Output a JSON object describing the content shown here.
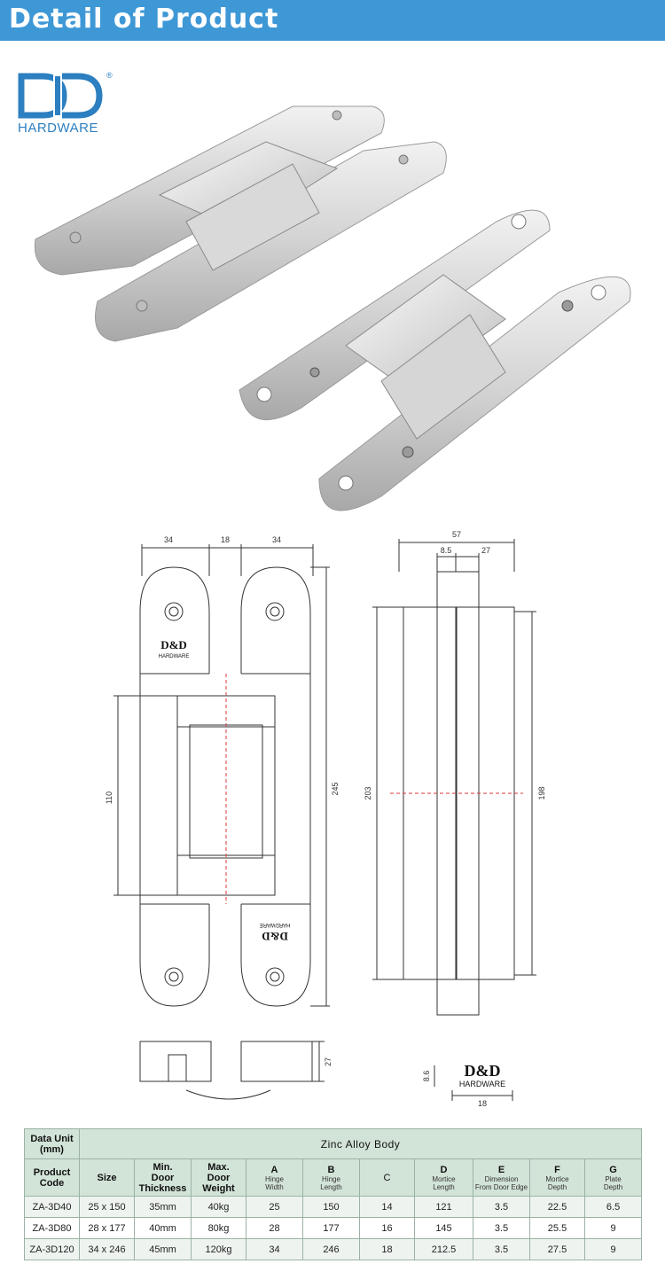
{
  "banner": {
    "title": "Detail of Product",
    "color": "#3f98d6"
  },
  "brand": {
    "word": "HARDWARE",
    "reg": "®",
    "color": "#2c7fc0"
  },
  "drawing": {
    "dims": {
      "plate_w_left": "34",
      "gap": "18",
      "plate_w_right": "34",
      "side_total": "57",
      "side_a": "8.5",
      "side_b": "27",
      "body_len": "110",
      "total_len": "245",
      "side_len_left": "203",
      "side_len_right": "198",
      "bottom_depth": "27",
      "badge_h": "8.6",
      "badge_w": "18"
    },
    "plate_logo": "D&D",
    "plate_sub": "HARDWARE"
  },
  "badge": {
    "logo": "D&D",
    "sub": "HARDWARE"
  },
  "table": {
    "data_unit": "Data Unit\n(mm)",
    "body_title": "Zinc  Alloy  Body",
    "headers": {
      "code": "Product\nCode",
      "size": "Size",
      "thickness": "Min.\nDoor\nThickness",
      "weight": "Max.\nDoor\nWeight",
      "a": "A",
      "a_sub": "Hinge\nWidth",
      "b": "B",
      "b_sub": "Hinge\nLength",
      "c": "C",
      "d": "D",
      "d_sub": "Mortice\nLength",
      "e": "E",
      "e_sub": "Dimension\nFrom Door Edge",
      "f": "F",
      "f_sub": "Mortice\nDepth",
      "g": "G",
      "g_sub": "Plate\nDepth"
    },
    "rows": [
      [
        "ZA-3D40",
        "25 x 150",
        "35mm",
        "40kg",
        "25",
        "150",
        "14",
        "121",
        "3.5",
        "22.5",
        "6.5"
      ],
      [
        "ZA-3D80",
        "28 x 177",
        "40mm",
        "80kg",
        "28",
        "177",
        "16",
        "145",
        "3.5",
        "25.5",
        "9"
      ],
      [
        "ZA-3D120",
        "34 x 246",
        "45mm",
        "120kg",
        "34",
        "246",
        "18",
        "212.5",
        "3.5",
        "27.5",
        "9"
      ]
    ]
  }
}
